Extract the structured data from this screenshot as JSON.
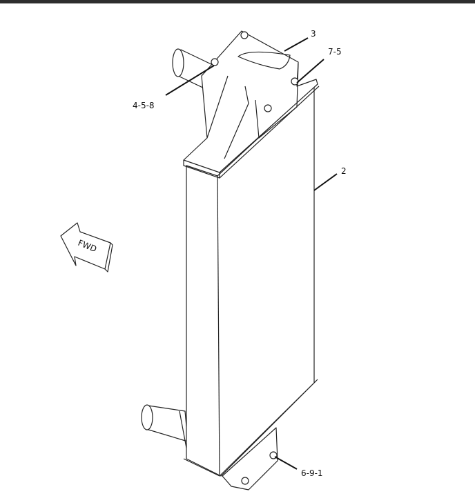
{
  "callouts": {
    "part_3": "3",
    "part_7_5": "7-5",
    "part_4_5_8": "4-5-8",
    "part_2": "2",
    "part_6_9_1": "6-9-1"
  },
  "direction_arrow": {
    "label": "FWD"
  },
  "colors": {
    "top_bar": "#2e2e2e",
    "line": "#222222"
  }
}
